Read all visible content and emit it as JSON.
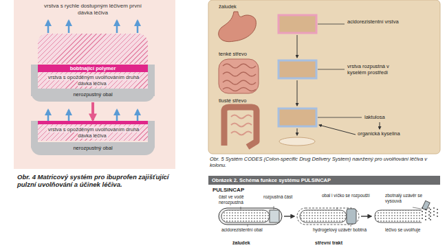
{
  "diagram": {
    "nodes": [
      {
        "text": [
          "vrstva s rychle dostupným léčivem první dávka léčiva"
        ]
      },
      {
        "text": [
          "bobtnající polymer"
        ]
      },
      {
        "text": [
          "vrstva s opožděným uvolňováním druhá dávka léčiva"
        ]
      },
      {
        "text": [
          "nerozpustný obal"
        ]
      },
      {
        "text": [
          "vrstva s opožděným uvolňováním druhá dávka léčiva"
        ]
      },
      {
        "text": [
          "nerozpustný obal"
        ]
      },
      {
        "text": [
          "Obrázek 2. Schéma funkce systému PULSINCAP"
        ]
      }
    ],
    "edges": [
      {
        "from": 3,
        "to": 4,
        "arrow": "to"
      }
    ],
    "labels": [
      "Obr. 4 Matricový systém pro ibuprofen zajišťující pulzní uvolňování a účinek léčiva.",
      "žaludek",
      "tenké střevo",
      "tlusté střevo",
      "acidorezistentní vrstva",
      "vrstva rozpustná v kyselém prostředí",
      "laktulosa",
      "organická kyselina",
      "Obr. 5 Systém CODES (Colon-specific Drug Delivery System) navržený pro uvolňování léčiva v kolonu.",
      "PULSINCAP",
      "část ve vodě nerozpustná",
      "rozpustná část",
      "obal i víčko se rozpouští",
      "zbotnalý uzávěr se vysouvá",
      "acidorezistentní obal",
      "hydrogelový uzávěr bobtná",
      "léčivo se uvolňuje",
      "žaludek",
      "střevní trakt"
    ]
  }
}
